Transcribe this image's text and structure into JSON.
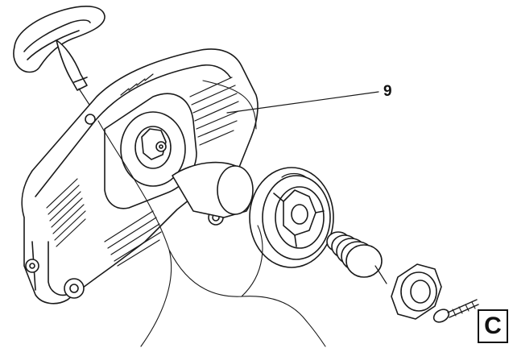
{
  "callouts": [
    {
      "id": "9",
      "label": "9"
    }
  ],
  "section_label": "C",
  "colors": {
    "line": "#1a1a1a",
    "paper": "#ffffff"
  }
}
